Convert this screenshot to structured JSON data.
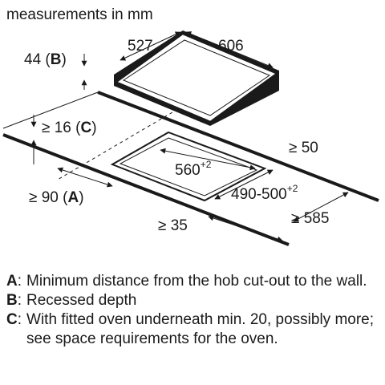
{
  "title": "measurements in mm",
  "labels": {
    "recess_value": "44 (",
    "recess_key": "B",
    "recess_close": ")",
    "depth": "527",
    "width": "606",
    "clear_c_value": "≥ 16 (",
    "clear_c_key": "C",
    "clear_c_close": ")",
    "clear_a_value": "≥ 90 (",
    "clear_a_key": "A",
    "clear_a_close": ")",
    "cut_width": "560",
    "cut_width_tol": "+2",
    "cut_depth": "490-500",
    "cut_depth_tol": "+2",
    "rear_gap": "≥ 50",
    "front_gap": "≥ 35",
    "worktop_depth": "≥ 585"
  },
  "legend": [
    {
      "key": "A",
      "text": "Minimum distance from the hob cut-out to the wall."
    },
    {
      "key": "B",
      "text": "Recessed depth"
    },
    {
      "key": "C",
      "text": "With fitted oven underneath min. 20, possibly more; see space requirements for the oven."
    }
  ]
}
